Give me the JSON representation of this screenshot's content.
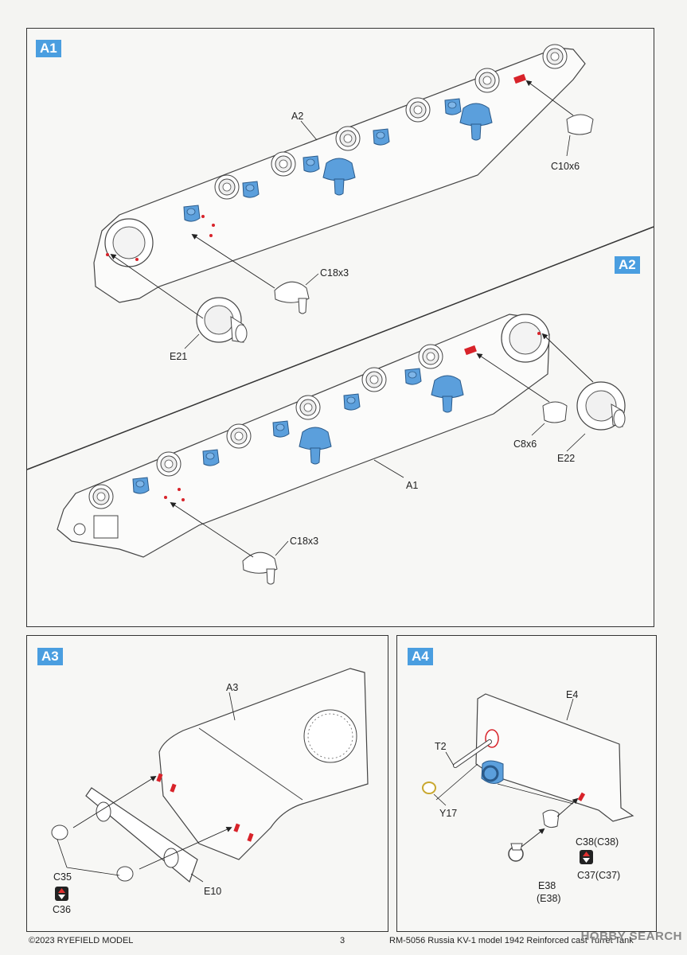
{
  "steps": {
    "a1": "A1",
    "a2": "A2",
    "a3": "A3",
    "a4": "A4"
  },
  "labels": {
    "a2_part": "A2",
    "c10x6": "C10x6",
    "c18x3_top": "C18x3",
    "e21": "E21",
    "a1_part": "A1",
    "c8x6": "C8x6",
    "e22": "E22",
    "c18x3_bottom": "C18x3",
    "a3_part": "A3",
    "c35": "C35",
    "c36": "C36",
    "e10": "E10",
    "e4": "E4",
    "t2": "T2",
    "y17": "Y17",
    "c38": "C38(C38)",
    "c37": "C37(C37)",
    "e38": "E38",
    "e38_alt": "(E38)"
  },
  "footer": {
    "copyright": "©2023 RYEFIELD MODEL",
    "page_number": "3",
    "product": "RM-5056 Russia KV-1 model 1942 Reinforced cast Turret Tank",
    "watermark": "HOBBY SEARCH"
  },
  "colors": {
    "part_blue": "#5b9fdc",
    "highlight_red": "#d8232a",
    "step_badge": "#4a9ee0"
  }
}
